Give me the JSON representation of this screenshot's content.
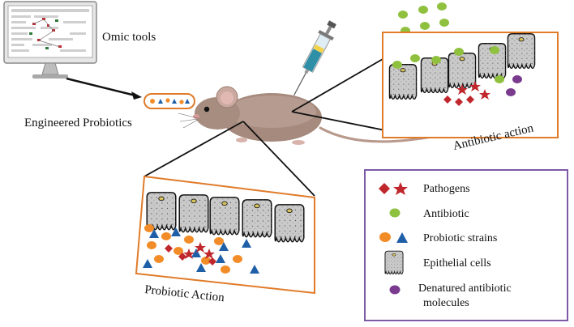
{
  "labels": {
    "omic_tools": "Omic tools",
    "engineered_probiotics": "Engineered Probiotics",
    "antibiotic_action": "Antibiotic action",
    "probiotic_action": "Probiotic Action"
  },
  "legend": {
    "pathogens": "Pathogens",
    "antibiotic": "Antibiotic",
    "probiotic_strains": "Probiotic strains",
    "epithelial_cells": "Epithelial cells",
    "denatured_line1": "Denatured antibiotic",
    "denatured_line2": "molecules"
  },
  "colors": {
    "frame": "#e07b2a",
    "legend_border": "#7d5aa6",
    "antibiotic": "#8fc13e",
    "pathogen": "#c0272d",
    "probiotic_orange": "#f28c28",
    "probiotic_blue": "#1f5fa8",
    "denatured": "#7a3b8f",
    "cell_fill": "#c9c9c9"
  },
  "icons": [
    "computer-monitor-icon",
    "syringe-icon",
    "mouse-icon",
    "capsule-icon",
    "epithelial-cell-icon"
  ]
}
